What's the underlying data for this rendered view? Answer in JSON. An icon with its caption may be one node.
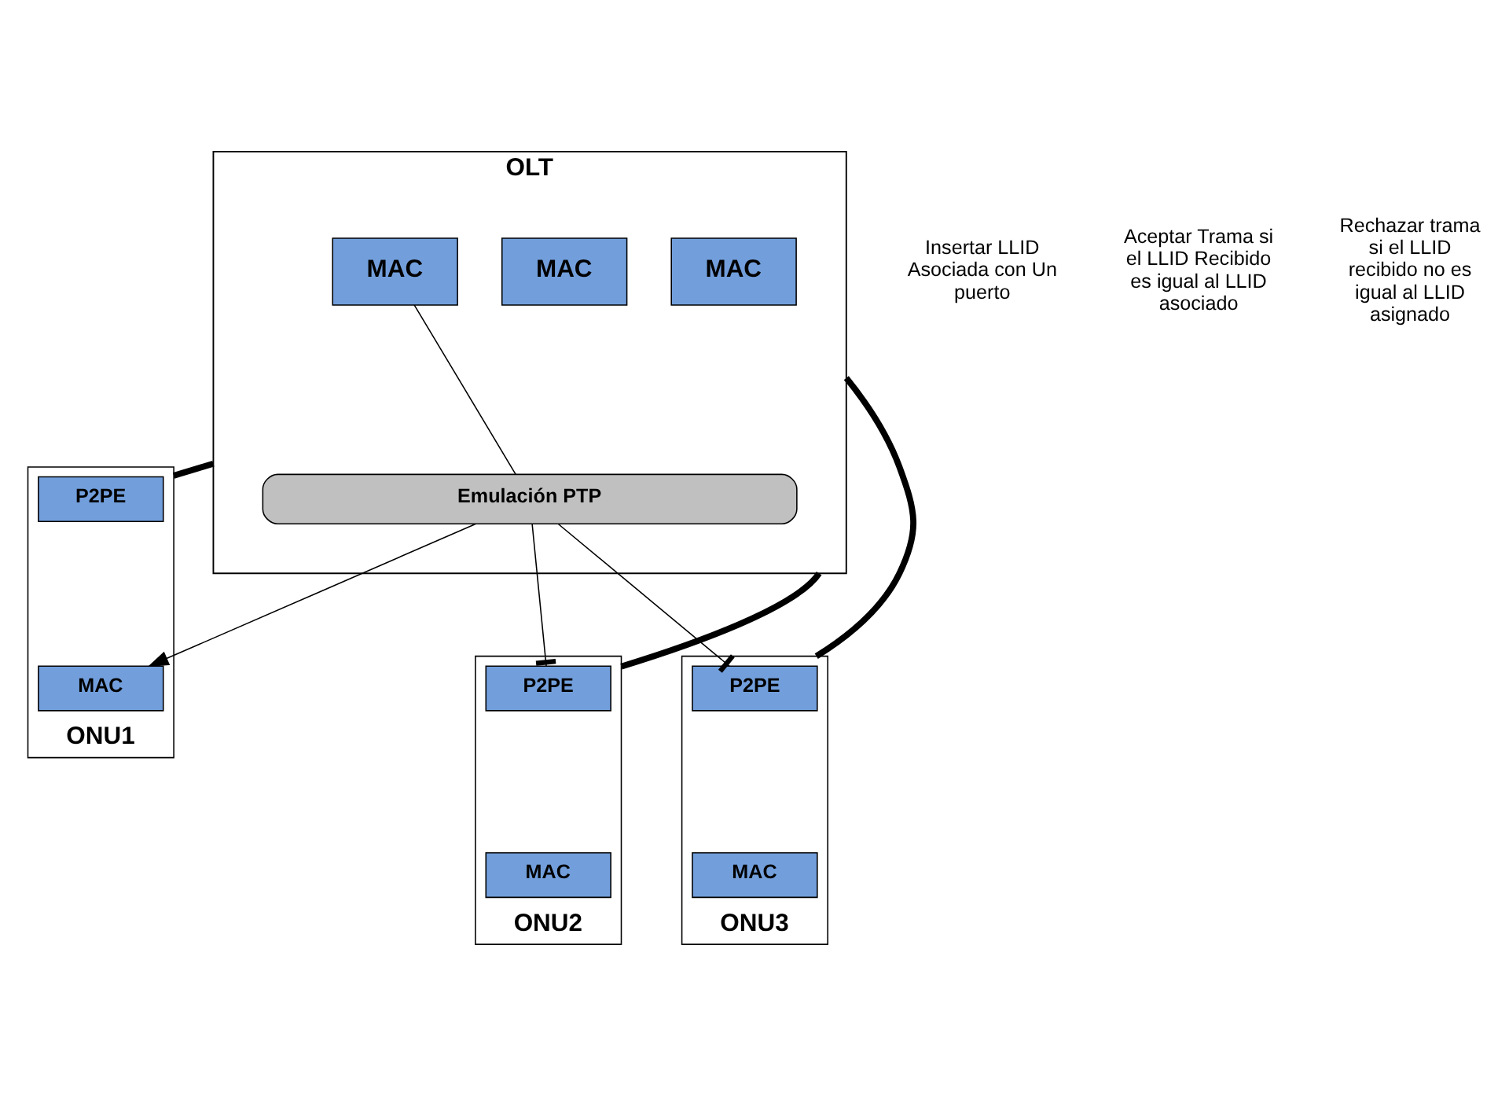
{
  "diagram": {
    "nodes": [
      {
        "text": [
          "OLT"
        ]
      },
      {
        "text": [
          "MAC"
        ],
        "in": 0
      },
      {
        "text": [
          "MAC"
        ],
        "in": 0
      },
      {
        "text": [
          "MAC"
        ],
        "in": 0
      },
      {
        "text": [
          "Emulación PTP"
        ],
        "in": 0
      },
      {
        "text": [
          "ONU1"
        ]
      },
      {
        "text": [
          "P2PE"
        ],
        "in": 5
      },
      {
        "text": [
          "MAC"
        ],
        "in": 5
      },
      {
        "text": [
          "ONU2"
        ]
      },
      {
        "text": [
          "P2PE"
        ],
        "in": 8
      },
      {
        "text": [
          "MAC"
        ],
        "in": 8
      },
      {
        "text": [
          "ONU3"
        ]
      },
      {
        "text": [
          "P2PE"
        ],
        "in": 11
      },
      {
        "text": [
          "MAC"
        ],
        "in": 11
      }
    ],
    "edges": [
      {
        "from": 0,
        "to": 5,
        "arrow": "none",
        "style": "thick"
      },
      {
        "from": 0,
        "to": 8,
        "arrow": "none",
        "style": "thick"
      },
      {
        "from": 0,
        "to": 11,
        "arrow": "none",
        "style": "thick"
      },
      {
        "from": 1,
        "to": 4,
        "arrow": "none"
      },
      {
        "from": 4,
        "to": 7,
        "arrow": "to"
      },
      {
        "from": 4,
        "to": 9,
        "arrow": "other"
      },
      {
        "from": 4,
        "to": 12,
        "arrow": "other"
      }
    ],
    "labels": [
      "Insertar LLID Asociada con Un puerto",
      "Aceptar Trama si el LLID Recibido es igual al LLID asociado",
      "Rechazar trama si el LLID recibido no es igual al LLID asignado"
    ]
  }
}
